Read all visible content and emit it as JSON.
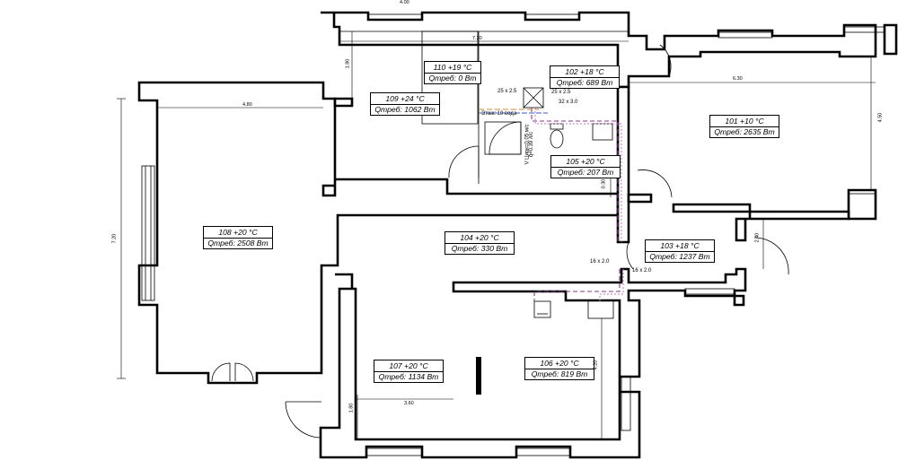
{
  "rooms": [
    {
      "id": "110",
      "name": "110 +19 °C",
      "load": "Qтреб: 0 Вт"
    },
    {
      "id": "109",
      "name": "109 +24 °C",
      "load": "Qтреб: 1062 Вт"
    },
    {
      "id": "102",
      "name": "102 +18 °C",
      "load": "Qтреб: 689 Вт"
    },
    {
      "id": "101",
      "name": "101 +10 °C",
      "load": "Qтреб: 2635 Вт"
    },
    {
      "id": "105",
      "name": "105 +20 °C",
      "load": "Qтреб: 207 Вт"
    },
    {
      "id": "108",
      "name": "108 +20 °C",
      "load": "Qтреб: 2508 Вт"
    },
    {
      "id": "104",
      "name": "104 +20 °C",
      "load": "Qтреб: 330 Вт"
    },
    {
      "id": "103",
      "name": "103 +18 °C",
      "load": "Qтреб: 1237 Вт"
    },
    {
      "id": "107",
      "name": "107 +20 °C",
      "load": "Qтреб: 1134 Вт"
    },
    {
      "id": "106",
      "name": "106 +20 °C",
      "load": "Qтреб: 819 Вт"
    }
  ],
  "dimensions": {
    "top_width": "7.20",
    "room_108_width": "4.80",
    "room_108_height": "7.20",
    "room_109_height": "1.80",
    "room_101_width": "6.30",
    "room_101_height": "4.50",
    "room_105_height": "0.30",
    "room_103_height": "2.40",
    "room_106_height": "4.20",
    "room_107_width": "3.60",
    "room_107_height": "1.80",
    "top_partial": "4.00"
  },
  "pipes": {
    "size_25a": "25 x 2.5",
    "size_25b": "25 x 2.5",
    "size_32": "32 x 3.0",
    "size_16a": "16 x 2.0",
    "size_16b": "16 x 2.0",
    "riser_note": "Этаж: 10 вода",
    "riser_label_1": "V Цирк=0.05 м/с",
    "riser_label_2": "q=0.39 л/с"
  },
  "colors": {
    "wall": "#000000",
    "pipe_primary": "#8e3a8e",
    "pipe_secondary": "#c07ac0",
    "pipe_blue": "#3b5ec8",
    "pipe_orange": "#d28a3a"
  }
}
